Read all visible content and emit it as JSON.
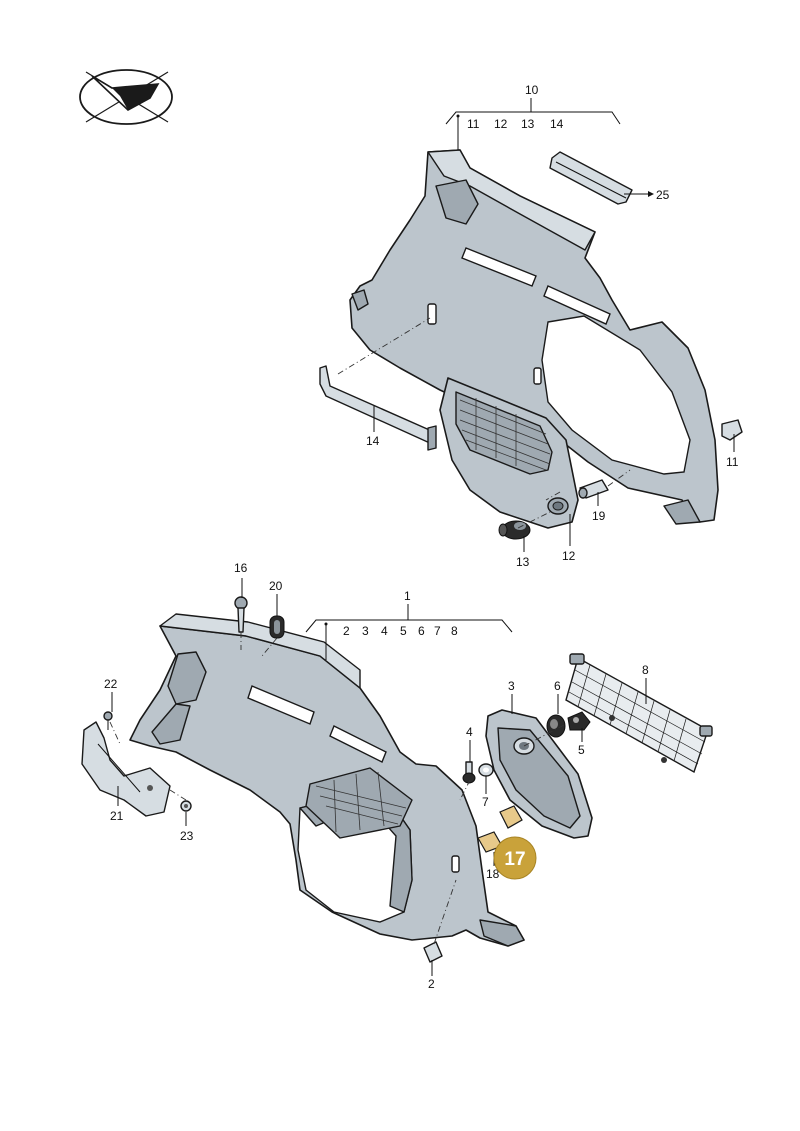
{
  "callouts": {
    "c1": "1",
    "c2": "2",
    "c3": "3",
    "c4": "4",
    "c5": "5",
    "c6": "6",
    "c7": "7",
    "c8": "8",
    "c10": "10",
    "c11": "11",
    "c12": "12",
    "c13": "13",
    "c14": "14",
    "c16": "16",
    "c18": "18",
    "c19": "19",
    "c20": "20",
    "c21": "21",
    "c22": "22",
    "c23": "23",
    "c25": "25"
  },
  "group_1_items": [
    "2",
    "3",
    "4",
    "5",
    "6",
    "7",
    "8"
  ],
  "group_10_items": [
    "11",
    "12",
    "13",
    "14"
  ],
  "highlight": {
    "label": "17",
    "color": "#c9a23a"
  },
  "colors": {
    "panel": "#bcc5cc",
    "panel_dark": "#9fa9b1",
    "outline": "#1a1a1a"
  },
  "logo": {
    "icon": "arrow-logo-icon"
  }
}
